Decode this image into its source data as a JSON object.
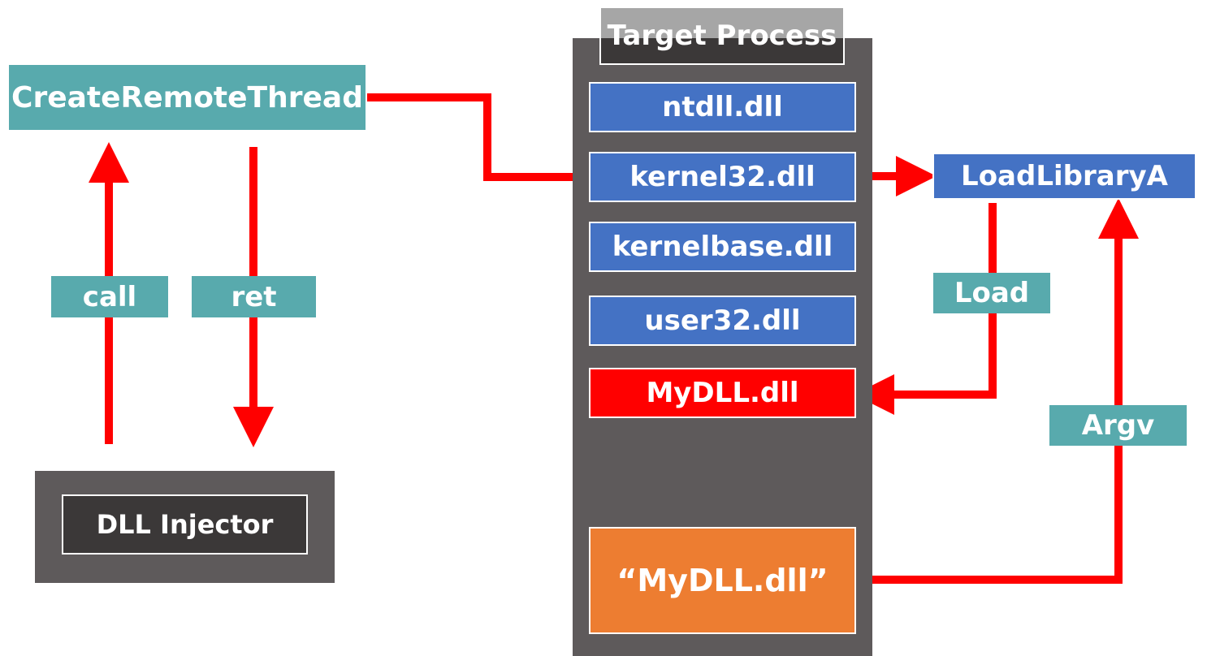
{
  "process": {
    "title": "Target Process",
    "dlls": [
      "ntdll.dll",
      "kernel32.dll",
      "kernelbase.dll",
      "user32.dll",
      "MyDLL.dll"
    ],
    "string_arg": "“MyDLL.dll”"
  },
  "injector": {
    "api_call": "CreateRemoteThread",
    "call_label": "call",
    "ret_label": "ret",
    "name": "DLL Injector"
  },
  "target_function": {
    "name": "LoadLibraryA",
    "load_label": "Load",
    "argv_label": "Argv"
  },
  "colors": {
    "teal": "#58aaad",
    "blue": "#4472c4",
    "injected_dll": "#ff0000",
    "string_arg": "#ed7d31",
    "panel": "#5e5a5b",
    "arrow": "#ff0000"
  }
}
